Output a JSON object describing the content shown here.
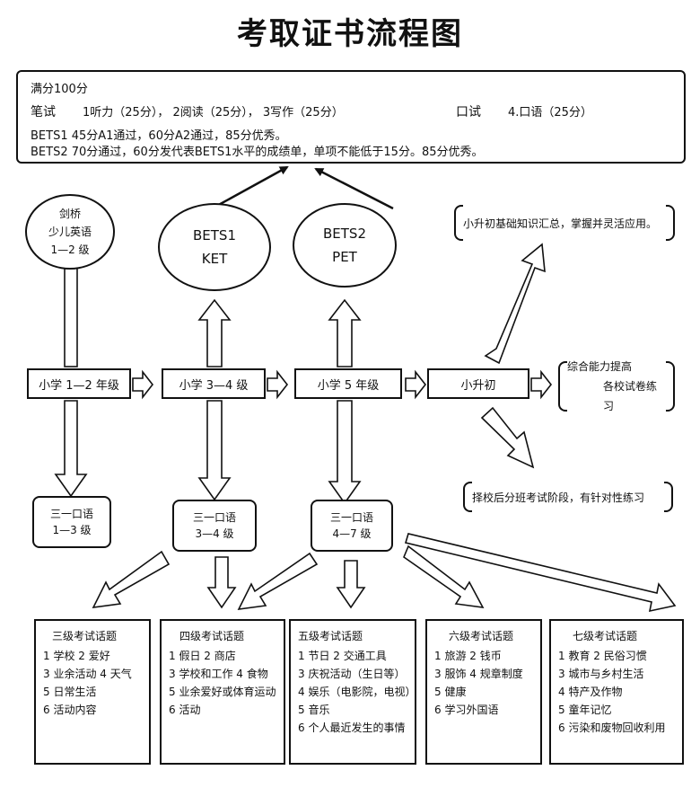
{
  "title": "考取证书流程图",
  "score_box": {
    "full_score": "满分100分",
    "written_label": "笔试",
    "written_items": "1听力（25分），  2阅读（25分），  3写作（25分）",
    "oral_label": "口试",
    "oral_item": "4.口语（25分）",
    "bets1_rule": "BETS1   45分A1通过，60分A2通过，85分优秀。",
    "bets2_rule": "BETS2   70分通过，60分发代表BETS1水平的成绩单，单项不能低于15分。85分优秀。"
  },
  "circles": [
    {
      "line1": "剑桥",
      "line2": "少儿英语",
      "line3": "1—2 级"
    },
    {
      "line1": "BETS1",
      "line2": "KET"
    },
    {
      "line1": "BETS2",
      "line2": "PET"
    }
  ],
  "grades": [
    "小学 1—2 年级",
    "小学 3—4 级",
    "小学 5 年级",
    "小升初"
  ],
  "oral_exams": [
    {
      "line1": "三一口语",
      "line2": "1—3 级"
    },
    {
      "line1": "三一口语",
      "line2": "3—4 级"
    },
    {
      "line1": "三一口语",
      "line2": "4—7 级"
    }
  ],
  "notes": {
    "basic": "小升初基础知识汇总，掌握并灵活应用。",
    "ability_line1": "综合能力提高",
    "ability_line2": "各校试卷练习",
    "select": "择校后分班考试阶段，有针对性练习"
  },
  "topics": [
    {
      "heading": "三级考试话题",
      "items": [
        "1 学校   2 爱好",
        "3 业余活动   4 天气",
        "5 日常生活",
        "6 活动内容"
      ]
    },
    {
      "heading": "四级考试话题",
      "items": [
        "1 假日   2 商店",
        "3 学校和工作 4 食物",
        "5 业余爱好或体育运动",
        "6 活动"
      ]
    },
    {
      "heading": "五级考试话题",
      "items": [
        "1 节日   2 交通工具",
        "3 庆祝活动（生日等）",
        "4 娱乐（电影院，电视）",
        "5 音乐",
        "6 个人最近发生的事情"
      ]
    },
    {
      "heading": "六级考试话题",
      "items": [
        "1 旅游   2 钱币",
        "3 服饰   4 规章制度",
        "5 健康",
        "6 学习外国语"
      ]
    },
    {
      "heading": "七级考试话题",
      "items": [
        "1 教育   2 民俗习惯",
        "3 城市与乡村生活",
        "4 特产及作物",
        "5 童年记忆",
        "6 污染和废物回收利用"
      ]
    }
  ]
}
